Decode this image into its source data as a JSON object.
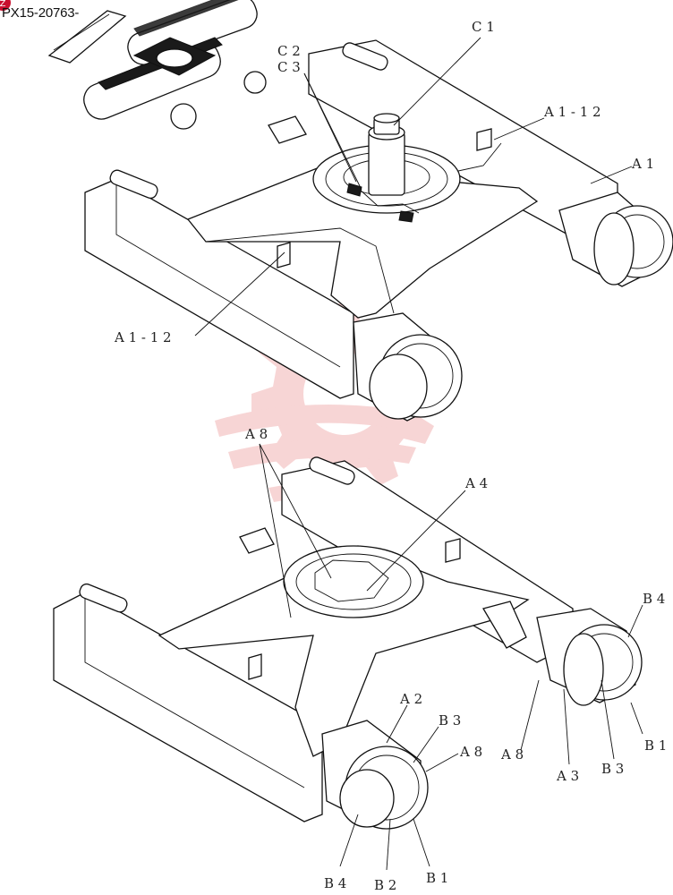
{
  "document": {
    "id_label": "PX15-20763-",
    "badge_glyph": "Z"
  },
  "callouts": {
    "c1": "C 1",
    "c2": "C 2",
    "c3": "C 3",
    "a1_12_right": "A 1 - 1 2",
    "a1": "A 1",
    "a1_12_left": "A 1 - 1 2",
    "a8_top": "A 8",
    "a4": "A 4",
    "b4_right": "B 4",
    "b1_right": "B 1",
    "b3_right": "B 3",
    "a3": "A 3",
    "a8_right": "A 8",
    "a2": "A 2",
    "b3_mid": "B 3",
    "a8_mid": "A 8",
    "b4_bottom": "B 4",
    "b2_bottom": "B 2",
    "b1_bottom": "B 1"
  },
  "colors": {
    "watermark": "#f2b3b3",
    "badge": "#c8102e",
    "line": "#111111"
  }
}
